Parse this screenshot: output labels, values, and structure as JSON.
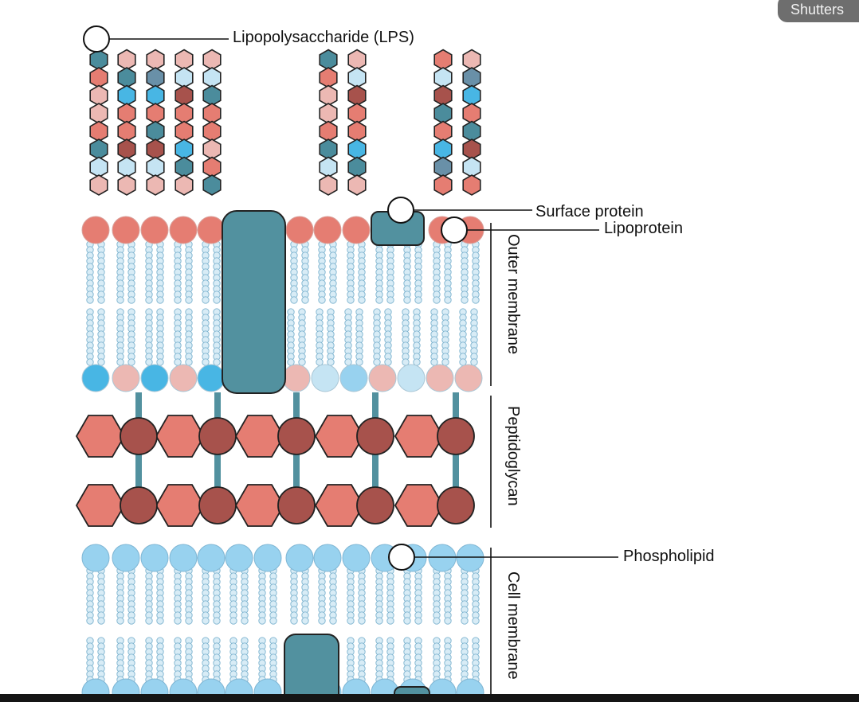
{
  "labels": {
    "lps": "Lipopolysaccharide (LPS)",
    "surface_protein": "Surface protein",
    "lipoprotein": "Lipoprotein",
    "phospholipid": "Phospholipid",
    "outer_membrane": "Outer membrane",
    "peptidoglycan": "Peptidoglycan",
    "cell_membrane": "Cell membrane"
  },
  "watermark": "Shutters",
  "colors": {
    "salmon": "#e57d72",
    "light_pink": "#ecb8b3",
    "teal": "#4b8c9c",
    "slate_blue": "#6990a8",
    "bright_blue": "#48b6e4",
    "pale_blue": "#c5e4f3",
    "dark_red": "#a7524c",
    "head_blue": "#98d2ef",
    "tail_blue": "#d8ecf6",
    "protein_teal": "#52919f"
  },
  "lps_chains": [
    [
      "teal",
      "salmon",
      "light_pink",
      "light_pink",
      "salmon",
      "teal",
      "pale_blue",
      "light_pink"
    ],
    [
      "light_pink",
      "teal",
      "bright_blue",
      "salmon",
      "salmon",
      "dark_red",
      "pale_blue",
      "light_pink"
    ],
    [
      "light_pink",
      "slate_blue",
      "bright_blue",
      "salmon",
      "teal",
      "dark_red",
      "pale_blue",
      "light_pink"
    ],
    [
      "light_pink",
      "pale_blue",
      "dark_red",
      "salmon",
      "salmon",
      "bright_blue",
      "teal",
      "light_pink"
    ],
    [
      "light_pink",
      "pale_blue",
      "teal",
      "salmon",
      "salmon",
      "light_pink",
      "salmon",
      "teal"
    ],
    [
      "teal",
      "salmon",
      "light_pink",
      "light_pink",
      "salmon",
      "teal",
      "pale_blue",
      "light_pink"
    ],
    [
      "light_pink",
      "pale_blue",
      "dark_red",
      "salmon",
      "salmon",
      "bright_blue",
      "teal",
      "light_pink"
    ],
    [
      "salmon",
      "pale_blue",
      "dark_red",
      "teal",
      "salmon",
      "bright_blue",
      "slate_blue",
      "salmon"
    ],
    [
      "light_pink",
      "slate_blue",
      "bright_blue",
      "salmon",
      "teal",
      "dark_red",
      "pale_blue",
      "salmon"
    ]
  ],
  "outer_inner_heads": [
    "bright_blue",
    "light_pink",
    "bright_blue",
    "light_pink",
    "bright_blue",
    "light_pink",
    "pale_blue",
    "head_blue",
    "light_pink",
    "pale_blue",
    "light_pink",
    "light_pink"
  ]
}
